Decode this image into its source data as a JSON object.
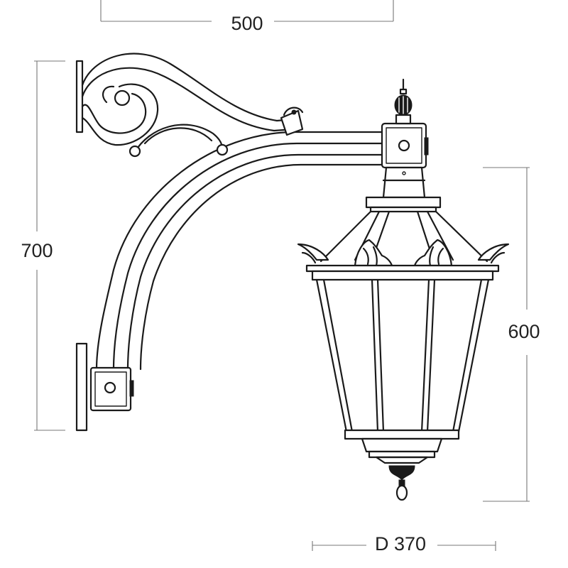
{
  "dimensions": {
    "width": "500",
    "height": "700",
    "lantern_height": "600",
    "diameter": "D 370"
  },
  "colors": {
    "line": "#1a1a1a",
    "dimension_line": "#777777",
    "background": "#ffffff"
  }
}
